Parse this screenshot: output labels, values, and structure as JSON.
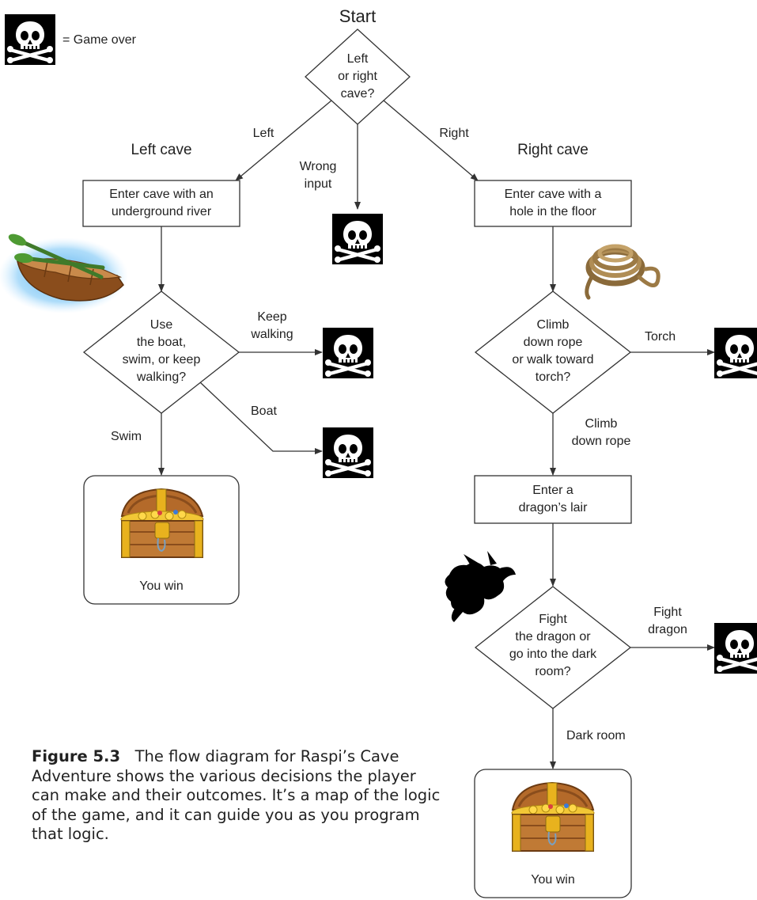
{
  "title": "Start",
  "legend": {
    "text": "= Game over"
  },
  "start_decision": {
    "lines": [
      "Left",
      "or right",
      "cave?"
    ]
  },
  "branch_labels": {
    "left": "Left",
    "right": "Right",
    "wrong_input": [
      "Wrong",
      "input"
    ]
  },
  "left_cave": {
    "heading": "Left cave",
    "box": [
      "Enter cave with an",
      "underground river"
    ],
    "decision": [
      "Use",
      "the boat,",
      "swim, or keep",
      "walking?"
    ],
    "keep_walking": [
      "Keep",
      "walking"
    ],
    "boat": "Boat",
    "swim": "Swim",
    "win": "You win"
  },
  "right_cave": {
    "heading": "Right cave",
    "box": [
      "Enter cave with a",
      "hole in the floor"
    ],
    "decision": [
      "Climb",
      "down rope",
      "or walk toward",
      "torch?"
    ],
    "torch": "Torch",
    "climb": [
      "Climb",
      "down rope"
    ],
    "lair_box": [
      "Enter a",
      "dragon’s lair"
    ],
    "dragon_decision": [
      "Fight",
      "the dragon or",
      "go into the dark",
      "room?"
    ],
    "fight": [
      "Fight",
      "dragon"
    ],
    "dark_room": "Dark room",
    "win": "You win"
  },
  "caption": {
    "label": "Figure 5.3",
    "text": "The flow diagram for Raspi’s Cave Adventure shows the various decisions the player can make and their outcomes. It’s a map of the logic of the game, and it can guide you as you program that logic."
  },
  "colors": {
    "line": "#333333",
    "skull_bg": "#000000",
    "boat_glow": "#3aa0e8",
    "wood": "#a0612a",
    "gold": "#e8b21e"
  }
}
